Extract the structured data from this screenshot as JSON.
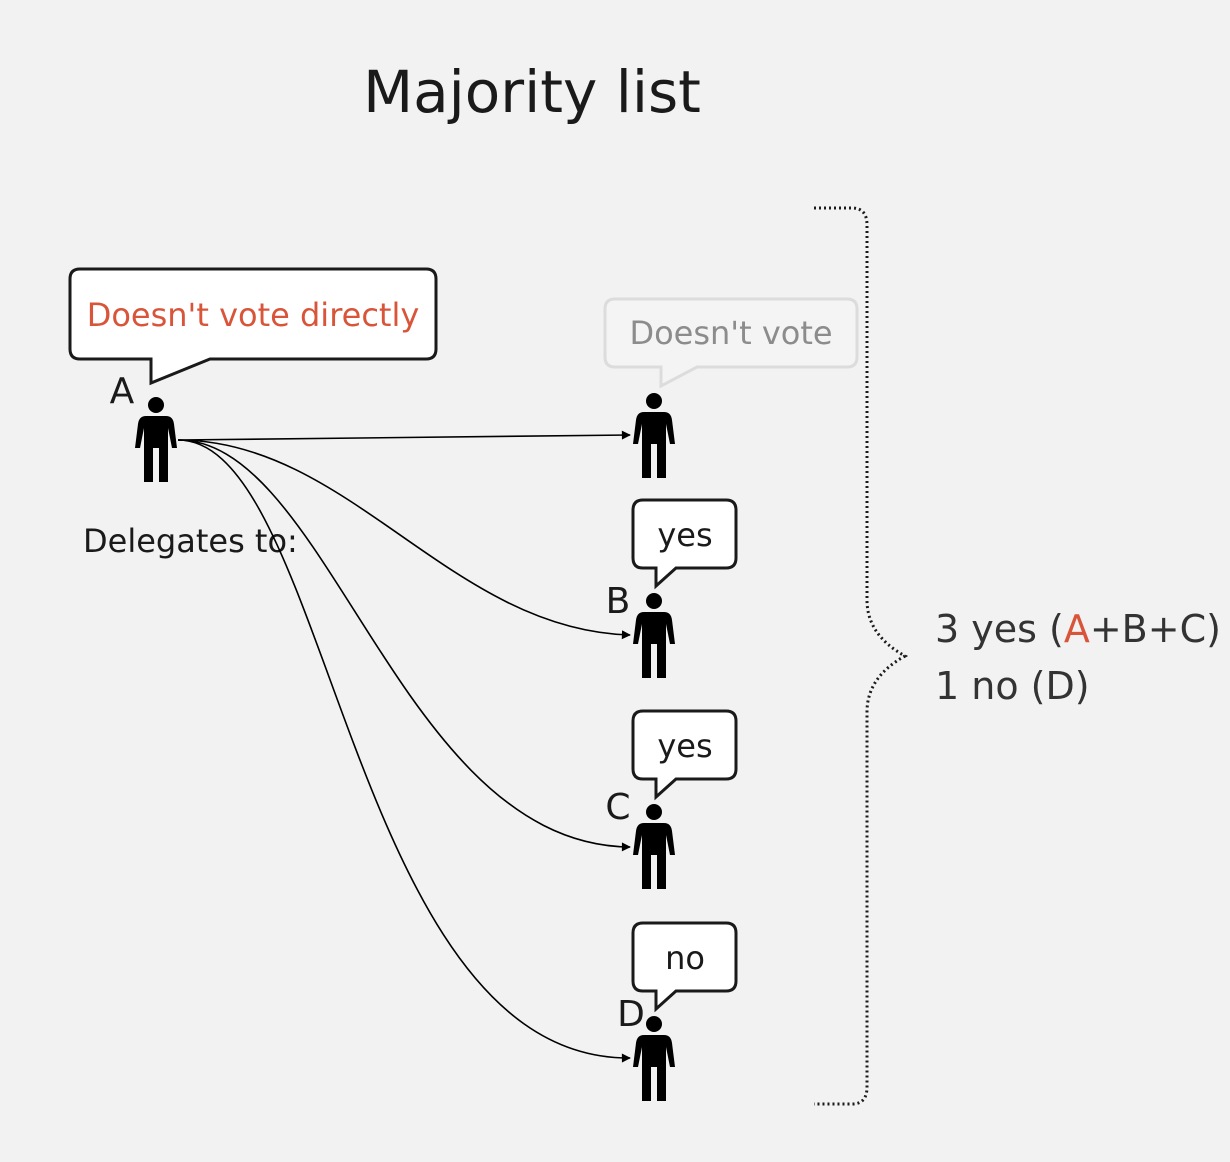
{
  "title": "Majority list",
  "colors": {
    "background": "#f2f2f2",
    "text": "#1a1a1a",
    "accent": "#d9553a",
    "muted": "#8c8c8c",
    "muted_border": "#dcdcdc"
  },
  "voter_a": {
    "label": "A",
    "bubble": "Doesn't vote directly",
    "caption": "Delegates to:"
  },
  "delegates": [
    {
      "label": "",
      "bubble": "Doesn't vote"
    },
    {
      "label": "B",
      "bubble": "yes"
    },
    {
      "label": "C",
      "bubble": "yes"
    },
    {
      "label": "D",
      "bubble": "no"
    }
  ],
  "summary": {
    "yes_count": "3 yes (",
    "yes_a": "A",
    "yes_rest": "+B+C)",
    "no_line": "1 no (D)"
  }
}
